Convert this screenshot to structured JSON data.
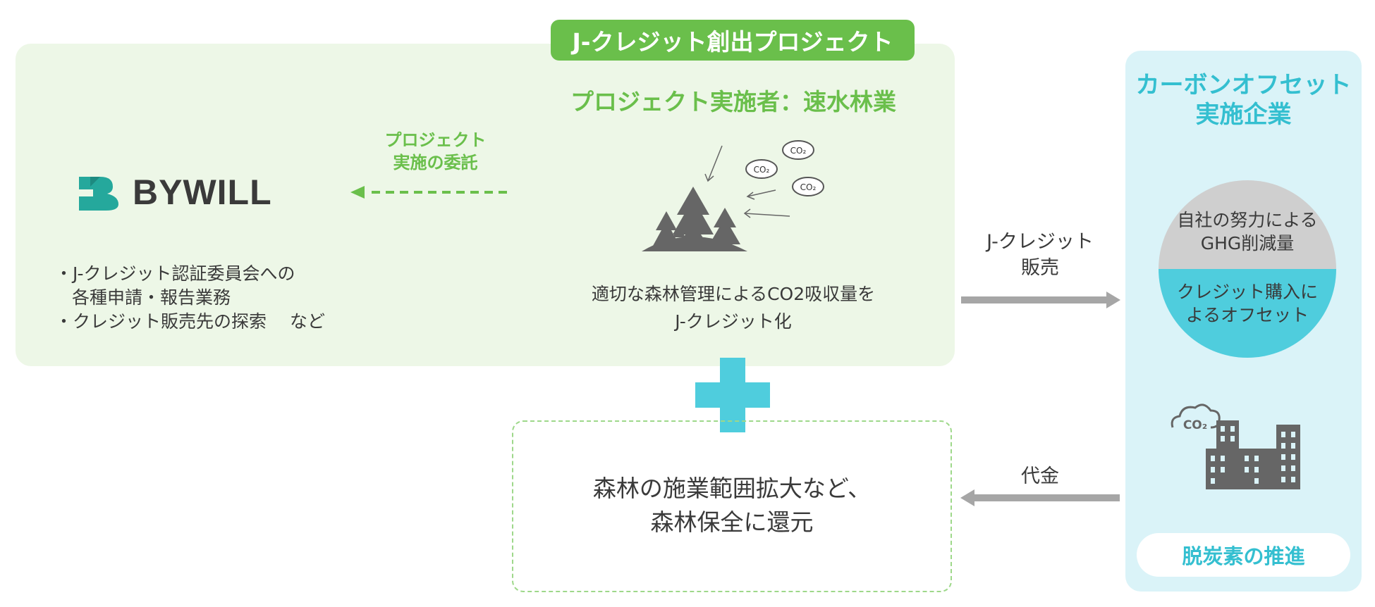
{
  "project": {
    "tab_label": "J-クレジット創出プロジェクト",
    "implementer": "プロジェクト実施者：速水林業",
    "entrust_line1": "プロジェクト",
    "entrust_line2": "実施の委託",
    "logo_text": "BYWILL",
    "tasks": [
      "・J-クレジット認証委員会への",
      "各種申請・報告業務",
      "・クレジット販売先の探索　 など"
    ],
    "forest_caption_line1": "適切な森林管理によるCO2吸収量を",
    "forest_caption_line2": "J-クレジット化",
    "co2_bubble_label": "CO₂"
  },
  "return": {
    "line1": "森林の施業範囲拡大など、",
    "line2": "森林保全に還元"
  },
  "flows": {
    "sale_line1": "J-クレジット",
    "sale_line2": "販売",
    "payment": "代金"
  },
  "offset_company": {
    "title_line1": "カーボンオフセット",
    "title_line2": "実施企業",
    "own_effort_line1": "自社の努力による",
    "own_effort_line2": "GHG削減量",
    "credit_line1": "クレジット購入に",
    "credit_line2": "よるオフセット",
    "building_co2": "CO₂",
    "decarb_label": "脱炭素の推進"
  },
  "colors": {
    "green": "#6abf4b",
    "light_green": "#edf7e7",
    "cyan": "#4fcddd",
    "light_cyan": "#daf3f8",
    "gray_arrow": "#a6a6a6",
    "dark_text": "#3a3a3a"
  }
}
